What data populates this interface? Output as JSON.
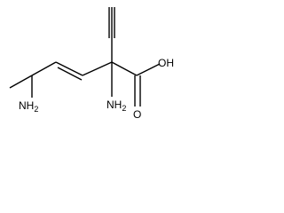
{
  "molecule": {
    "atoms": [
      {
        "id": "c1",
        "element": "C",
        "label": ""
      },
      {
        "id": "c2",
        "element": "C",
        "label": ""
      },
      {
        "id": "c3",
        "element": "C",
        "label": ""
      },
      {
        "id": "c4",
        "element": "C",
        "label": ""
      },
      {
        "id": "c5",
        "element": "C",
        "label": ""
      },
      {
        "id": "c6",
        "element": "C",
        "label": ""
      },
      {
        "id": "c7",
        "element": "C",
        "label": ""
      },
      {
        "id": "c8",
        "element": "C",
        "label": ""
      },
      {
        "id": "n_left",
        "element": "N",
        "label": "NH2"
      },
      {
        "id": "n_center",
        "element": "N",
        "label": "NH2"
      },
      {
        "id": "o_oh",
        "element": "O",
        "label": "OH"
      },
      {
        "id": "o_keto",
        "element": "O",
        "label": "O"
      }
    ],
    "bonds": [
      {
        "from": "c1",
        "to": "c2",
        "order": 1
      },
      {
        "from": "c2",
        "to": "n_left",
        "order": 1
      },
      {
        "from": "c2",
        "to": "c3",
        "order": 1
      },
      {
        "from": "c3",
        "to": "c4",
        "order": 2
      },
      {
        "from": "c4",
        "to": "c5",
        "order": 1
      },
      {
        "from": "c5",
        "to": "c6",
        "order": 1
      },
      {
        "from": "c6",
        "to": "c7",
        "order": 3
      },
      {
        "from": "c5",
        "to": "n_center",
        "order": 1
      },
      {
        "from": "c5",
        "to": "c8",
        "order": 1
      },
      {
        "from": "c8",
        "to": "o_oh",
        "order": 1
      },
      {
        "from": "c8",
        "to": "o_keto",
        "order": 2
      }
    ]
  },
  "labels": {
    "amine_left": {
      "main": "NH",
      "sub": "2"
    },
    "amine_center": {
      "main": "NH",
      "sub": "2"
    },
    "hydroxyl": "OH",
    "carbonyl_o": "O"
  },
  "colors": {
    "bond": "#000000",
    "label": "#000000",
    "background": "#ffffff"
  }
}
